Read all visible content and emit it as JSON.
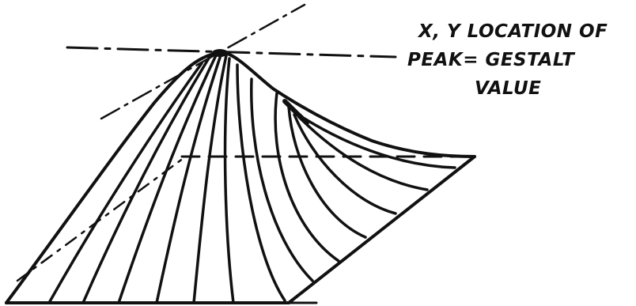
{
  "annotation": {
    "line1": "X, Y LOCATION OF",
    "line2": "PEAK= GESTALT",
    "line3": "VALUE"
  },
  "colors": {
    "ink": "#111111",
    "background": "#ffffff"
  }
}
